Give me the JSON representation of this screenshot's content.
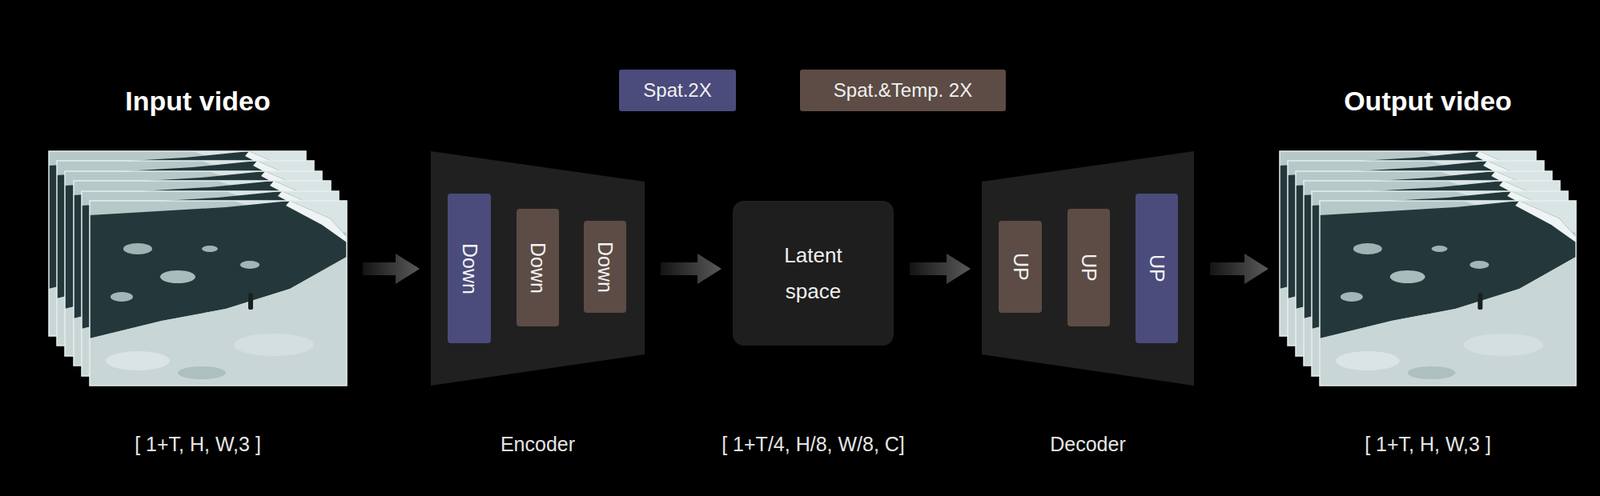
{
  "diagram": {
    "nodes": [
      {
        "text": [
          "Input video",
          "[ 1+T, H, W,3 ]"
        ]
      },
      {
        "text": [
          "Encoder"
        ]
      },
      {
        "text": [
          "Down"
        ],
        "in": 1
      },
      {
        "text": [
          "Down"
        ],
        "in": 1
      },
      {
        "text": [
          "Down"
        ],
        "in": 1
      },
      {
        "text": [
          "Latent space",
          "[ 1+T/4, H/8, W/8, C]"
        ]
      },
      {
        "text": [
          "Decoder"
        ]
      },
      {
        "text": [
          "UP"
        ],
        "in": 6
      },
      {
        "text": [
          "UP"
        ],
        "in": 6
      },
      {
        "text": [
          "UP"
        ],
        "in": 6
      },
      {
        "text": [
          "Output video",
          "[ 1+T, H, W,3 ]"
        ]
      }
    ],
    "edges": [
      {
        "from": 0,
        "to": 1,
        "arrow": "to"
      },
      {
        "from": 1,
        "to": 5,
        "arrow": "to"
      },
      {
        "from": 5,
        "to": 6,
        "arrow": "to"
      },
      {
        "from": 6,
        "to": 10,
        "arrow": "to"
      }
    ],
    "legend": [
      {
        "text": "Spat.2X",
        "color": "#4b4b7c"
      },
      {
        "text": "Spat.&Temp. 2X",
        "color": "#5c4c45"
      }
    ]
  }
}
